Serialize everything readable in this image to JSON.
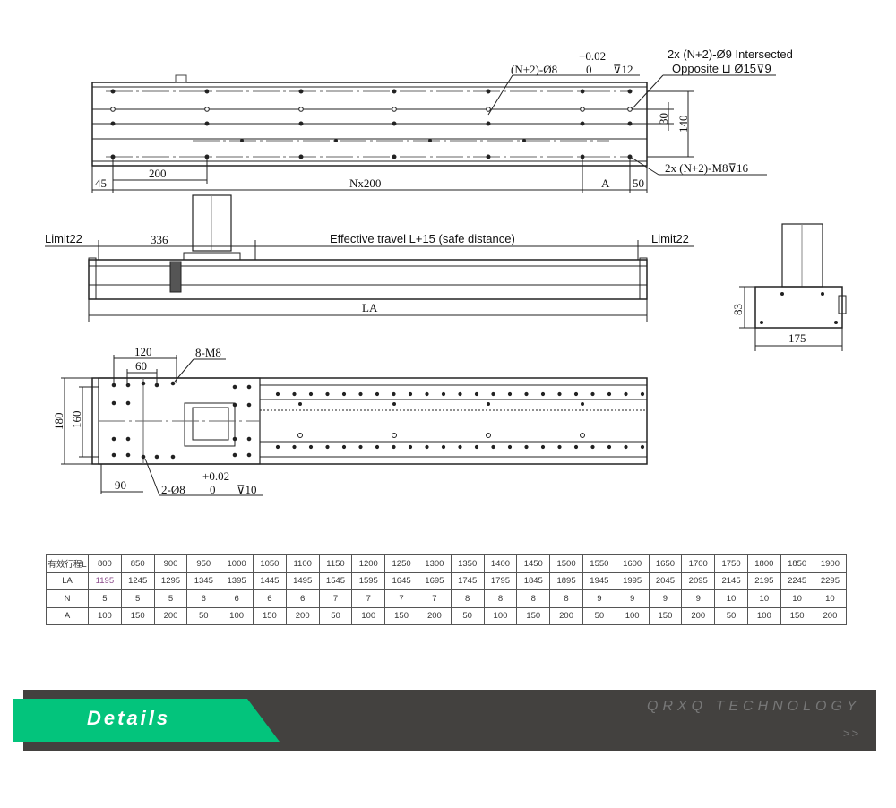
{
  "top_view": {
    "callout_hole_top": "(N+2)-Ø8",
    "callout_hole_tol": "+0.02",
    "callout_hole_zero": "0",
    "callout_hole_depth": "⊽12",
    "callout_counterbore_1": "2x (N+2)-Ø9 Intersected",
    "callout_counterbore_2": "Opposite ⊔ Ø15⊽9",
    "callout_thread": "2x (N+2)-M8⊽16",
    "dim_30": "30",
    "dim_140": "140",
    "dim_45": "45",
    "dim_200": "200",
    "dim_nx200": "Nx200",
    "dim_a": "A",
    "dim_50": "50"
  },
  "side_view": {
    "limit_left": "Limit22",
    "dim_336": "336",
    "effective_travel": "Effective travel L+15 (safe distance)",
    "limit_right": "Limit22",
    "dim_la": "LA"
  },
  "end_view": {
    "dim_83": "83",
    "dim_175": "175"
  },
  "bottom_view": {
    "dim_120": "120",
    "dim_60": "60",
    "callout_m8": "8-M8",
    "dim_180": "180",
    "dim_160": "160",
    "dim_90": "90",
    "callout_pin_tol": "+0.02",
    "callout_pin": "2-Ø8",
    "callout_pin_zero": "0",
    "callout_pin_depth": "⊽10"
  },
  "spec_table": {
    "rows": [
      {
        "label": "有效行程L",
        "values": [
          "800",
          "850",
          "900",
          "950",
          "1000",
          "1050",
          "1100",
          "1150",
          "1200",
          "1250",
          "1300",
          "1350",
          "1400",
          "1450",
          "1500",
          "1550",
          "1600",
          "1650",
          "1700",
          "1750",
          "1800",
          "1850",
          "1900"
        ]
      },
      {
        "label": "LA",
        "values": [
          "1195",
          "1245",
          "1295",
          "1345",
          "1395",
          "1445",
          "1495",
          "1545",
          "1595",
          "1645",
          "1695",
          "1745",
          "1795",
          "1845",
          "1895",
          "1945",
          "1995",
          "2045",
          "2095",
          "2145",
          "2195",
          "2245",
          "2295"
        ]
      },
      {
        "label": "N",
        "values": [
          "5",
          "5",
          "5",
          "6",
          "6",
          "6",
          "6",
          "7",
          "7",
          "7",
          "7",
          "8",
          "8",
          "8",
          "8",
          "9",
          "9",
          "9",
          "9",
          "10",
          "10",
          "10",
          "10"
        ]
      },
      {
        "label": "A",
        "values": [
          "100",
          "150",
          "200",
          "50",
          "100",
          "150",
          "200",
          "50",
          "100",
          "150",
          "200",
          "50",
          "100",
          "150",
          "200",
          "50",
          "100",
          "150",
          "200",
          "50",
          "100",
          "150",
          "200"
        ]
      }
    ]
  },
  "banner": {
    "title": "Details",
    "brand": "QRXQ TECHNOLOGY",
    "more": ">>",
    "colors": {
      "bar": "#43413f",
      "accent": "#03c47c"
    }
  }
}
